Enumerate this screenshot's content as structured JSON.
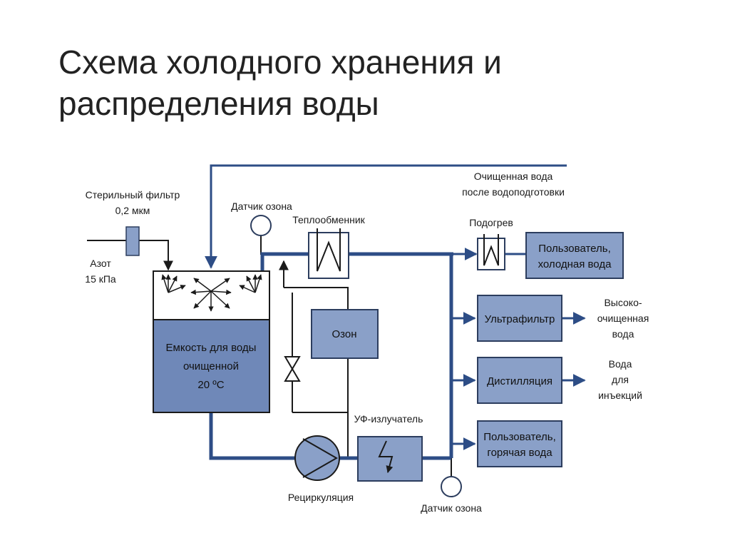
{
  "title": {
    "line1": "Схема холодного хранения и",
    "line2": "распределения воды"
  },
  "labels": {
    "sterile_filter_line1": "Стерильный фильтр",
    "sterile_filter_line2": "0,2 мкм",
    "nitrogen_line1": "Азот",
    "nitrogen_line2": "15 кПа",
    "ozone_sensor_top": "Датчик озона",
    "heat_exchanger": "Теплообменник",
    "purified_water_line1": "Очищенная вода",
    "purified_water_line2": "после водоподготовки",
    "heating": "Подогрев",
    "uv_emitter": "УФ-излучатель",
    "recirculation": "Рециркуляция",
    "ozone_sensor_bottom": "Датчик озона",
    "high_purity_line1": "Высоко-",
    "high_purity_line2": "очищенная",
    "high_purity_line3": "вода",
    "injection_line1": "Вода",
    "injection_line2": "для",
    "injection_line3": "инъекций"
  },
  "blocks": {
    "tank_line1": "Емкость для воды",
    "tank_line2": "очищенной",
    "tank_line3": "20 ºС",
    "ozone": "Озон",
    "user_cold_line1": "Пользователь,",
    "user_cold_line2": "холодная вода",
    "ultrafilter": "Ультрафильтр",
    "distillation": "Дистилляция",
    "user_hot_line1": "Пользователь,",
    "user_hot_line2": "горячая вода"
  },
  "colors": {
    "pipe_main": "#2d4d86",
    "block_fill": "#8aa0c8",
    "block_stroke": "#2c3d5e",
    "tank_fill": "#6f88b8",
    "line_thin": "#1a1a1a"
  }
}
